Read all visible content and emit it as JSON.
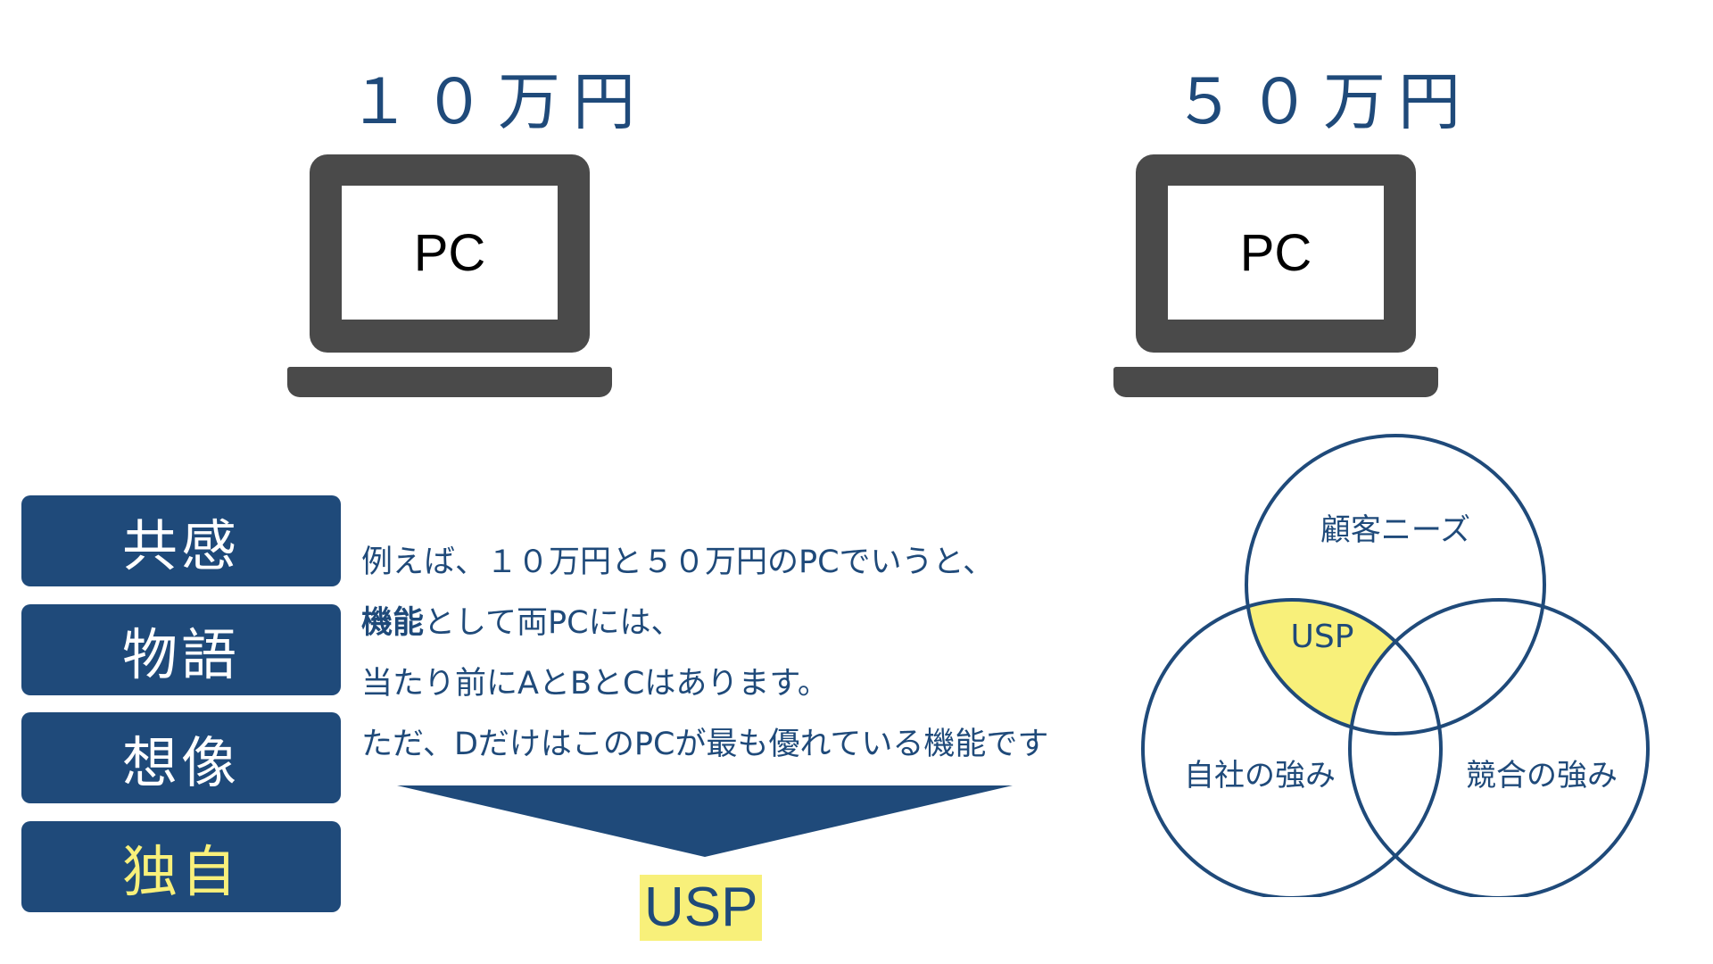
{
  "prices": {
    "left": "１０万円",
    "right": "５０万円"
  },
  "laptops": {
    "left_label": "PC",
    "right_label": "PC"
  },
  "tags": [
    "共感",
    "物語",
    "想像",
    "独自"
  ],
  "paragraph": {
    "line1": "例えば、１０万円と５０万円のPCでいうと、",
    "line2_bold": "機能",
    "line2_rest": "として両PCには、",
    "line3": "当たり前にAとBとCはあります。",
    "line4": "ただ、DだけはこのPCが最も優れている機能です"
  },
  "result": "USP",
  "venn": {
    "top": "顧客ニーズ",
    "left": "自社の強み",
    "right": "競合の強み",
    "center": "USP"
  },
  "colors": {
    "navy": "#1f4a7a",
    "highlight": "#f8f07a",
    "laptop": "#4a4a4a"
  }
}
